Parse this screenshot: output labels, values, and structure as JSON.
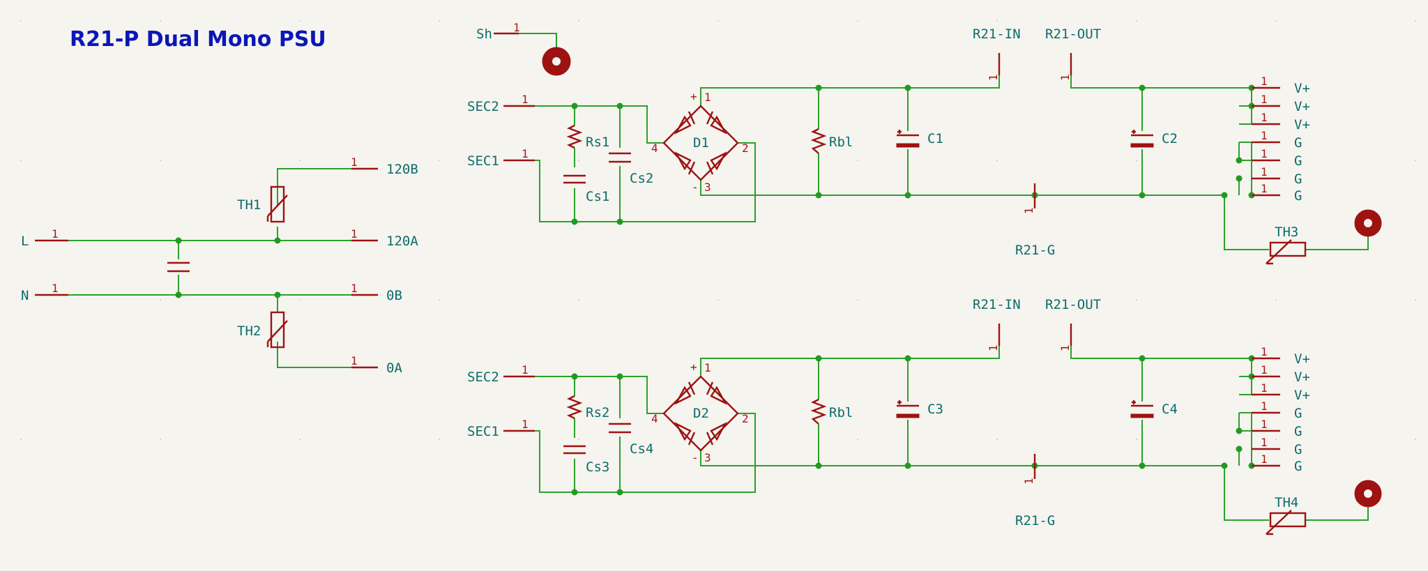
{
  "title": "R21-P Dual Mono PSU",
  "pin_number": "1",
  "input_section": {
    "inputs": [
      "L",
      "N"
    ],
    "outputs": [
      "120B",
      "120A",
      "0B",
      "0A"
    ],
    "thermistors": [
      "TH1",
      "TH2"
    ]
  },
  "shield_label": "Sh",
  "channels": [
    {
      "sec2": "SEC2",
      "sec1": "SEC1",
      "snubber_resistor": "Rs1",
      "snubber_cap_a": "Cs1",
      "snubber_cap_b": "Cs2",
      "bridge": "D1",
      "bridge_pins": {
        "plus": "+",
        "p1": "1",
        "p2": "2",
        "p3": "3",
        "p4": "4",
        "minus": "-"
      },
      "bleeder": "Rbl",
      "cap_in": "C1",
      "cap_out": "C2",
      "reg_in": "R21-IN",
      "reg_out": "R21-OUT",
      "reg_gnd": "R21-G",
      "rail_outputs": [
        "V+",
        "V+",
        "V+",
        "G",
        "G",
        "G",
        "G"
      ],
      "thermistor": "TH3"
    },
    {
      "sec2": "SEC2",
      "sec1": "SEC1",
      "snubber_resistor": "Rs2",
      "snubber_cap_a": "Cs3",
      "snubber_cap_b": "Cs4",
      "bridge": "D2",
      "bridge_pins": {
        "plus": "+",
        "p1": "1",
        "p2": "2",
        "p3": "3",
        "p4": "4",
        "minus": "-"
      },
      "bleeder": "Rbl",
      "cap_in": "C3",
      "cap_out": "C4",
      "reg_in": "R21-IN",
      "reg_out": "R21-OUT",
      "reg_gnd": "R21-G",
      "rail_outputs": [
        "V+",
        "V+",
        "V+",
        "G",
        "G",
        "G",
        "G"
      ],
      "thermistor": "TH4"
    }
  ],
  "colors": {
    "background": "#f5f4ef",
    "wire": "#2aa22a",
    "component": "#9e1212",
    "label": "#0e6b6b",
    "title": "#0b16b8"
  }
}
